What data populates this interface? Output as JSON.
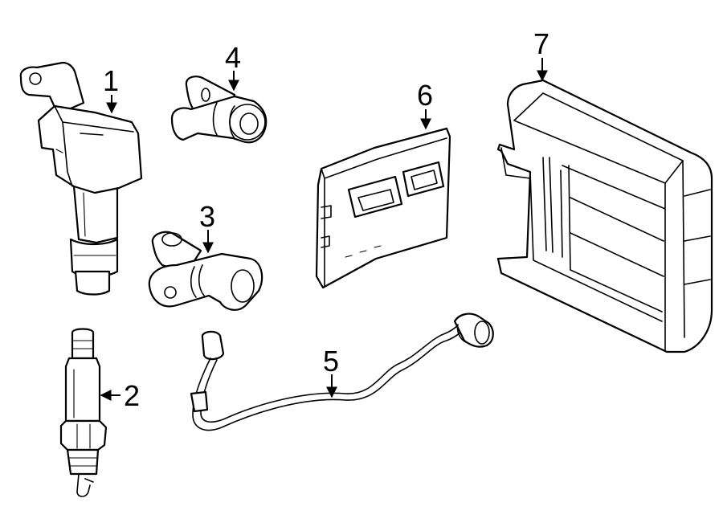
{
  "callouts": [
    {
      "id": "1",
      "label": "1"
    },
    {
      "id": "2",
      "label": "2"
    },
    {
      "id": "3",
      "label": "3"
    },
    {
      "id": "4",
      "label": "4"
    },
    {
      "id": "5",
      "label": "5"
    },
    {
      "id": "6",
      "label": "6"
    },
    {
      "id": "7",
      "label": "7"
    }
  ],
  "colors": {
    "line": "#000000",
    "background": "#ffffff"
  }
}
